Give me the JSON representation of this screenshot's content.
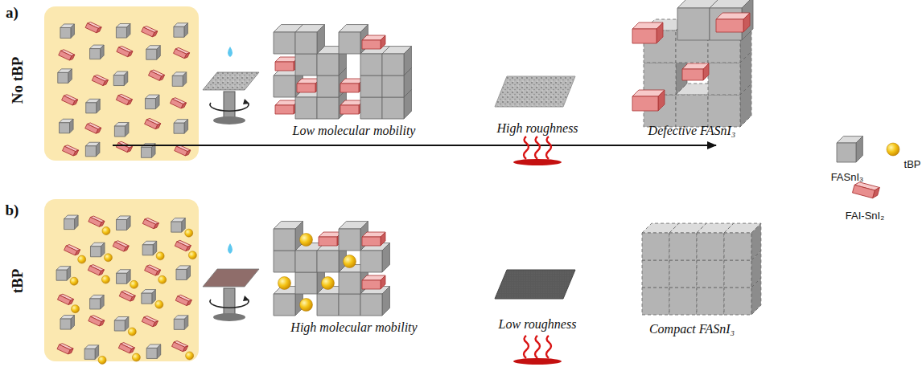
{
  "diagram": {
    "labels": [
      "a)",
      "No tBP",
      "Low molecular mobility",
      "High roughness",
      "Defective FASnI₃",
      "b)",
      "tBP",
      "High molecular mobility",
      "Low roughness",
      "Compact FASnI₃"
    ],
    "legend": [
      {
        "text": "FASnI₃"
      },
      {
        "text": "tBP"
      },
      {
        "text": "FAI-SnI₂"
      }
    ]
  }
}
